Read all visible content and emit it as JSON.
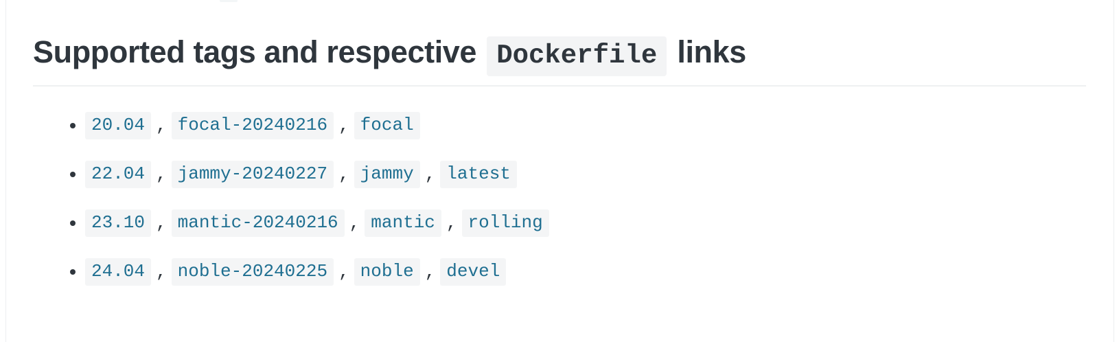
{
  "document": {
    "heading": {
      "before_code": "Supported tags and respective",
      "code": "Dockerfile",
      "after_code": "links"
    },
    "separator": ",",
    "tag_rows": [
      {
        "bullet": "bullet-marker",
        "tags": [
          "20.04",
          "focal-20240216",
          "focal"
        ]
      },
      {
        "bullet": "bullet-marker",
        "tags": [
          "22.04",
          "jammy-20240227",
          "jammy",
          "latest"
        ]
      },
      {
        "bullet": "bullet-marker",
        "tags": [
          "23.10",
          "mantic-20240216",
          "mantic",
          "rolling"
        ]
      },
      {
        "bullet": "bullet-marker",
        "tags": [
          "24.04",
          "noble-20240225",
          "noble",
          "devel"
        ]
      }
    ]
  },
  "colors": {
    "heading_text": "#2f363d",
    "link_text": "#1f6f91",
    "code_chip_background": "#f3f4f5",
    "tag_chip_background": "#f4f5f6",
    "rule": "#eef0f1",
    "page_background": "#ffffff",
    "container_border": "#eceef0"
  }
}
